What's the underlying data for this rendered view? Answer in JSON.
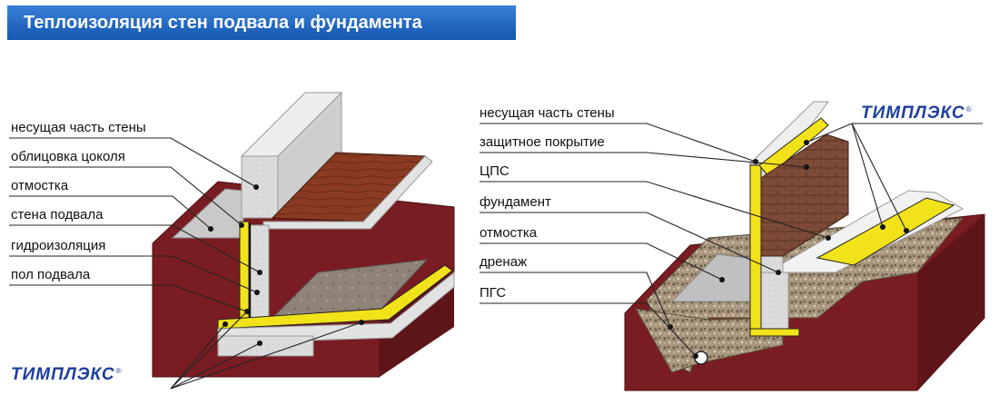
{
  "title": "Теплоизоляция стен подвала и фундамента",
  "left_diagram": {
    "labels": [
      "несущая часть стены",
      "облицовка цоколя",
      "отмостка",
      "стена подвала",
      "гидроизоляция",
      "пол подвала"
    ],
    "brand": "ТИМПЛЭКС",
    "brand_mark": "®"
  },
  "right_diagram": {
    "labels": [
      "несущая часть стены",
      "защитное покрытие",
      "ЦПС",
      "фундамент",
      "отмостка",
      "дренаж",
      "ПГС"
    ],
    "brand": "ТИМПЛЭКС",
    "brand_mark": "®"
  },
  "colors": {
    "title_bg": "#1a5fc0",
    "brand": "#1d3f9c",
    "soil": "#7a1d22",
    "insulation": "#f2e21a",
    "concrete": "#d9d9d9",
    "brick": "#7a4a36",
    "gravel": "#9c8a72"
  }
}
